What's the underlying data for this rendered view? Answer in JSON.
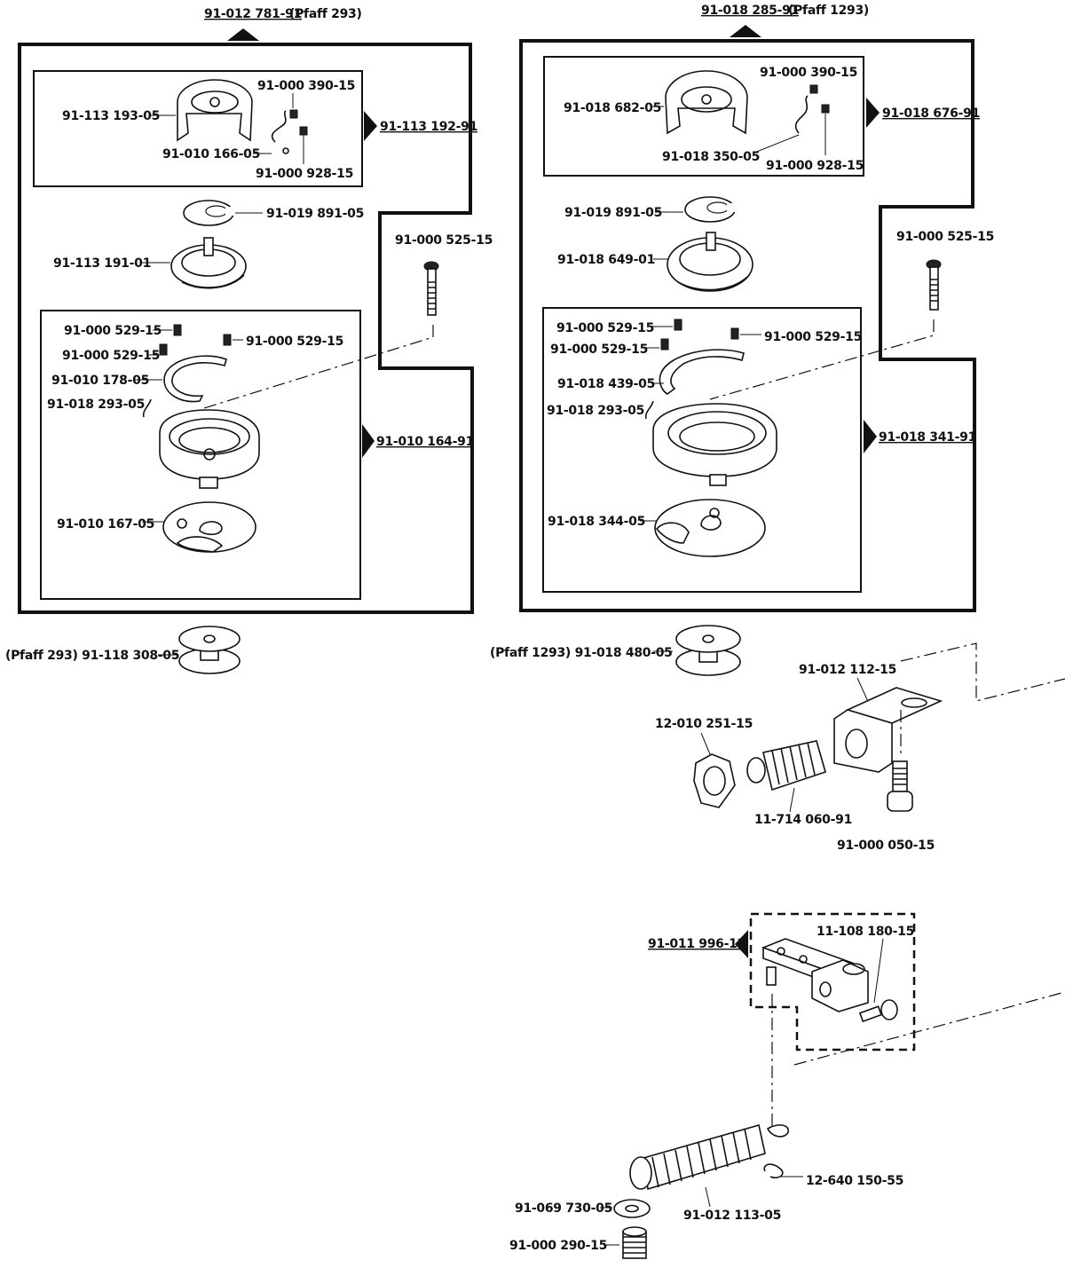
{
  "left_group": {
    "assembly": "91-012 781-91",
    "note": "(Pfaff 293)",
    "sub_top": {
      "assembly": "91-113 192-91",
      "parts": [
        "91-113 193-05",
        "91-000 390-15",
        "91-010 166-05",
        "91-000 928-15"
      ]
    },
    "loose": [
      "91-019 891-05",
      "91-113 191-01",
      "91-000 525-15"
    ],
    "sub_bottom": {
      "assembly": "91-010 164-91",
      "parts": [
        "91-000 529-15",
        "91-000 529-15",
        "91-000 529-15",
        "91-010 178-05",
        "91-018 293-05",
        "91-010 167-05"
      ]
    },
    "bobbin": "(Pfaff 293) 91-118 308-05"
  },
  "right_group": {
    "assembly": "91-018 285-91",
    "note": "(Pfaff 1293)",
    "sub_top": {
      "assembly": "91-018 676-91",
      "parts": [
        "91-018 682-05",
        "91-000 390-15",
        "91-018 350-05",
        "91-000 928-15"
      ]
    },
    "loose": [
      "91-019 891-05",
      "91-018 649-01",
      "91-000 525-15"
    ],
    "sub_bottom": {
      "assembly": "91-018 341-91",
      "parts": [
        "91-000 529-15",
        "91-000 529-15",
        "91-000 529-15",
        "91-018 439-05",
        "91-018 293-05",
        "91-018 344-05"
      ]
    },
    "bobbin": "(Pfaff 1293) 91-018 480-05"
  },
  "bracket_group": {
    "parts": [
      "91-012 112-15",
      "12-010 251-15",
      "11-714 060-91",
      "91-000 050-15"
    ]
  },
  "lever_group": {
    "assembly": "91-011 996-12",
    "parts": [
      "11-108 180-15",
      "12-640 150-55",
      "91-069 730-05",
      "91-012 113-05",
      "91-000 290-15"
    ]
  }
}
